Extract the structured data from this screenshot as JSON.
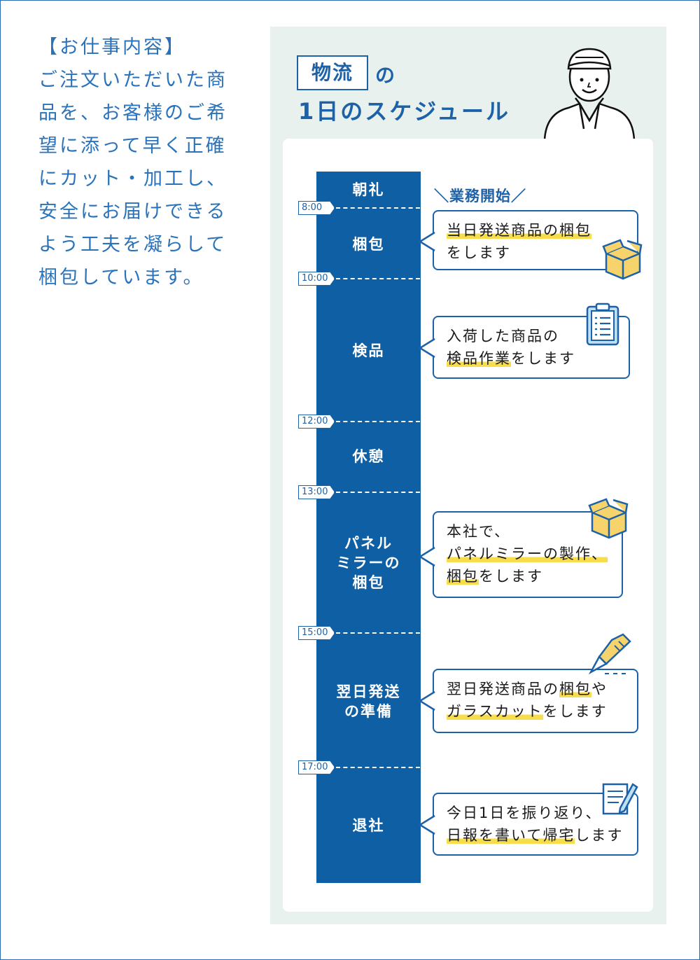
{
  "description": {
    "lines": [
      "【お仕事内容】",
      "ご注文いただいた商",
      "品を、お客様のご希",
      "望に添って早く正確",
      "にカット・加工し、",
      "安全にお届けできる",
      "よう工夫を凝らして",
      "梱包しています。"
    ]
  },
  "schedule": {
    "title_box": "物流",
    "title_no": "の",
    "title_sub": "1日のスケジュール",
    "start_note": "＼業務開始／",
    "blocks": [
      "朝礼",
      "梱包",
      "検品",
      "休憩",
      "パネル",
      "ミラーの",
      "梱包",
      "翌日発送",
      "の準備",
      "退社"
    ],
    "times": [
      "8:00",
      "10:00",
      "12:00",
      "13:00",
      "15:00",
      "17:00"
    ],
    "bubbles": {
      "b1": {
        "l1": "当日発送商品の梱包",
        "l2": "をします"
      },
      "b2": {
        "l1": "入荷した商品の",
        "l2a": "検品作業",
        "l2b": "をします"
      },
      "b3": {
        "l1": "本社で、",
        "l2": "パネルミラーの製作、",
        "l3a": "梱包",
        "l3b": "をします"
      },
      "b4": {
        "l1a": "翌日発送商品の",
        "l1b": "梱包",
        "l1c": "や",
        "l2a": "ガラスカット",
        "l2b": "をします"
      },
      "b5": {
        "l1": "今日1日を振り返り、",
        "l2a": "日報を書いて帰宅",
        "l2b": "します"
      }
    }
  },
  "colors": {
    "primary": "#0f5fa5",
    "accent": "#1d62a8",
    "highlight": "#f7dd4c",
    "panel_bg": "#e8f1ee",
    "box_yellow": "#f7d46b"
  },
  "icons": [
    "worker-illustration",
    "cardboard-box-icon",
    "clipboard-icon",
    "cardboard-box-icon",
    "box-cutter-icon",
    "document-pen-icon"
  ]
}
